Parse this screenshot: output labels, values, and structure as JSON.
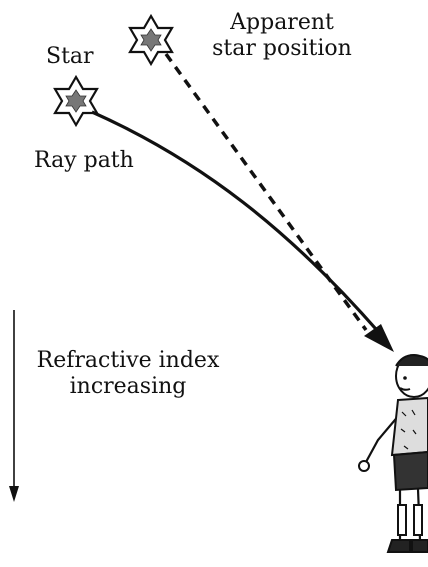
{
  "labels": {
    "star": "Star",
    "apparent_line1": "Apparent",
    "apparent_line2": "star position",
    "ray_path": "Ray path",
    "refractive_line1": "Refractive index",
    "refractive_line2": "increasing"
  },
  "icons": {
    "star": "six-point-star-icon",
    "apparent_star": "six-point-star-icon",
    "observer": "person-looking-up-icon"
  },
  "colors": {
    "ink": "#111111",
    "background": "#ffffff"
  }
}
